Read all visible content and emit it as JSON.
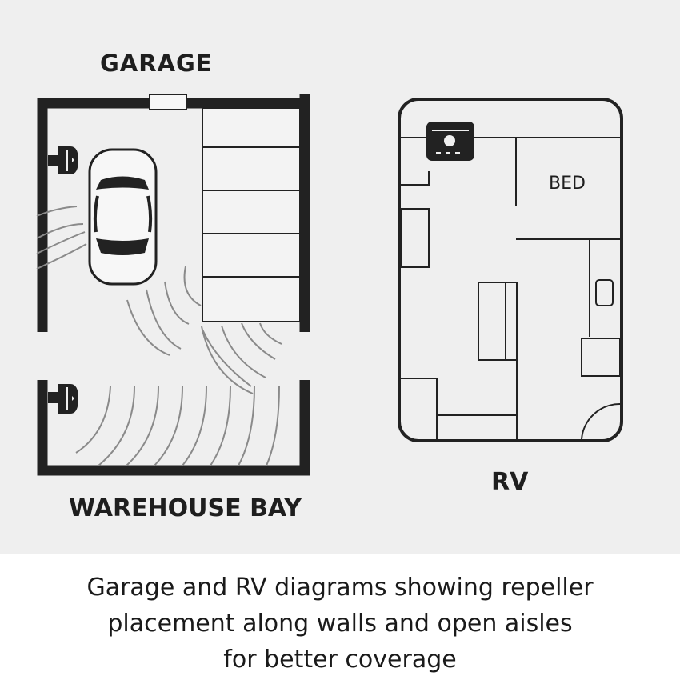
{
  "labels": {
    "garage": "GARAGE",
    "warehouse_bay": "WAREHOUSE BAY",
    "bed": "BED",
    "rv": "RV"
  },
  "caption": [
    "Garage and RV diagrams showing repeller",
    "placement along walls and open aisles",
    "for better coverage"
  ],
  "colors": {
    "wall": "#222222",
    "wave": "#8a8a8a",
    "background": "#efefef"
  }
}
